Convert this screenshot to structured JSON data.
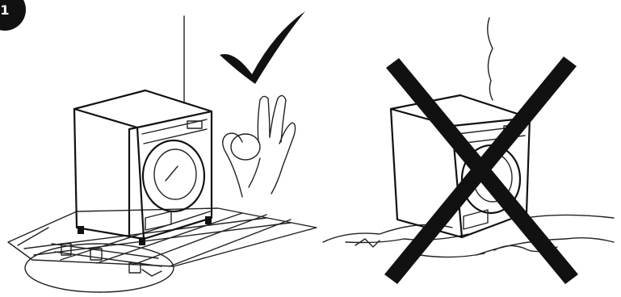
{
  "step": {
    "number": "1"
  },
  "panels": [
    {
      "id": "correct",
      "mark": "checkmark-icon",
      "description_icon": "ok-hand-gesture-icon"
    },
    {
      "id": "incorrect",
      "mark": "cross-icon"
    }
  ],
  "colors": {
    "line": "#111111",
    "mark": "#111111",
    "background": "#ffffff"
  }
}
